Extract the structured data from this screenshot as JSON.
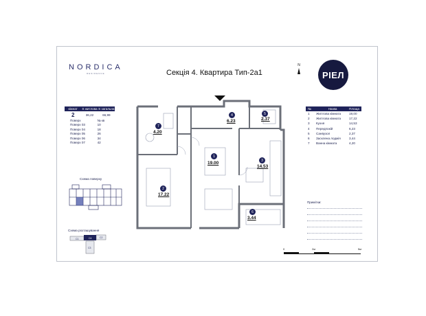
{
  "brand": {
    "name": "NORDICA",
    "subtitle": "RESIDENCE",
    "developer": "РІЕЛ"
  },
  "title": "Секція 4. Квартира Тип-2а1",
  "north": "N",
  "info": {
    "headers": [
      "кімнат",
      "S житлова",
      "S загальна"
    ],
    "rooms_count": "2",
    "s_living": "36,22",
    "s_total": "66,99",
    "floor_headers": [
      "Поверх",
      "№ кв"
    ],
    "floors": [
      {
        "floor": "Поверх 03",
        "num": "10"
      },
      {
        "floor": "Поверх 04",
        "num": "18"
      },
      {
        "floor": "Поверх 05",
        "num": "26"
      },
      {
        "floor": "Поверх 06",
        "num": "34"
      },
      {
        "floor": "Поверх 07",
        "num": "42"
      }
    ]
  },
  "floor_scheme_label": "Схема поверху",
  "site_scheme_label": "Схема розташування",
  "room_table": {
    "headers": [
      "№",
      "Назва",
      "Площа"
    ],
    "rows": [
      {
        "n": "1",
        "name": "Житлова кімната",
        "area": "19,00"
      },
      {
        "n": "2",
        "name": "Житлова кімната",
        "area": "17,22"
      },
      {
        "n": "3",
        "name": "Кухня",
        "area": "14,53"
      },
      {
        "n": "4",
        "name": "Передпокій",
        "area": "6,23"
      },
      {
        "n": "5",
        "name": "Санвузол",
        "area": "2,37"
      },
      {
        "n": "6",
        "name": "Засклена лоджія",
        "area": "3,44"
      },
      {
        "n": "7",
        "name": "Ванна кімната",
        "area": "4,20"
      }
    ]
  },
  "notes_label": "Примітки:",
  "scale": {
    "labels": [
      "0",
      "2м",
      "5м"
    ]
  },
  "plan_rooms": [
    {
      "n": "1",
      "area": "19.00"
    },
    {
      "n": "2",
      "area": "17.22"
    },
    {
      "n": "3",
      "area": "14.53"
    },
    {
      "n": "4",
      "area": "6.23"
    },
    {
      "n": "5",
      "area": "2.37"
    },
    {
      "n": "6",
      "area": "3.44"
    },
    {
      "n": "7",
      "area": "4.20"
    }
  ],
  "site_blocks": [
    "С1",
    "С4",
    "С2",
    "С3"
  ],
  "colors": {
    "navy": "#1f235a",
    "brand_dark": "#16193f",
    "wall": "#6b6f78",
    "highlight": "#3a4aa0"
  }
}
